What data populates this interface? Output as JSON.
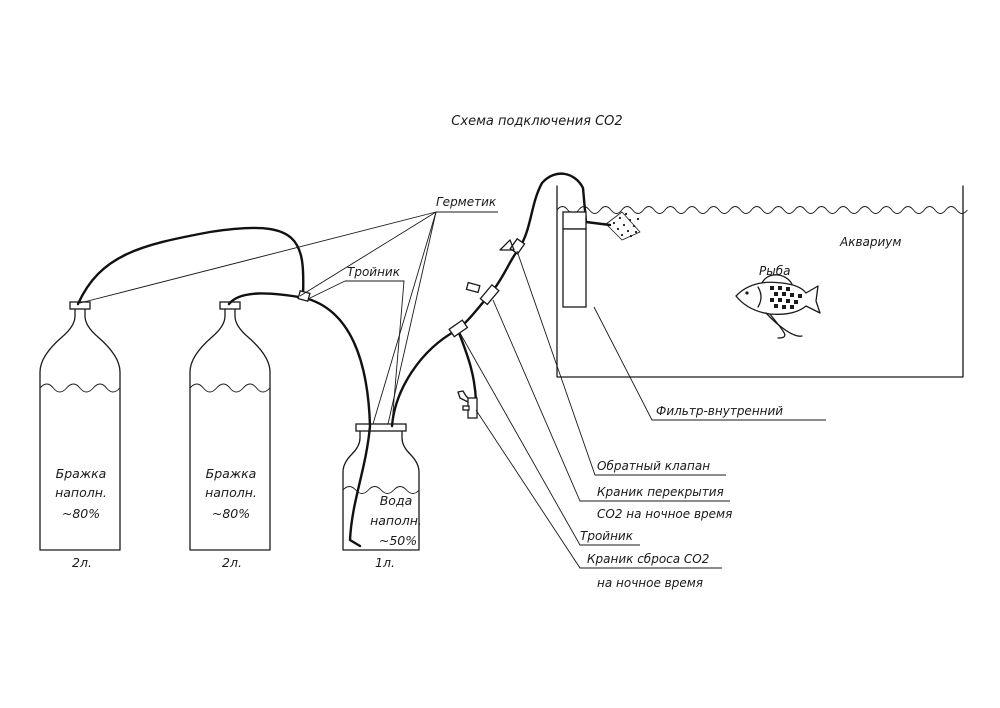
{
  "title": "Схема подключения СО2",
  "labels": {
    "germetik": "Герметик",
    "troynik_top": "Тройник",
    "akvarium": "Аквариум",
    "ryba": "Рыба",
    "filtr": "Фильтр-внутренний",
    "obratny_klapan": "Обратный клапан",
    "kranik_perekrytiya_1": "Краник перекрытия",
    "kranik_perekrytiya_2": "СО2 на ночное время",
    "troynik_bottom": "Тройник",
    "kranik_sbrosa_1": "Краник сброса СО2",
    "kranik_sbrosa_2": "на ночное время"
  },
  "bottles": [
    {
      "line1": "Бражка",
      "line2": "наполн.",
      "line3": "~80%",
      "volume": "2л."
    },
    {
      "line1": "Бражка",
      "line2": "наполн.",
      "line3": "~80%",
      "volume": "2л."
    },
    {
      "line1": "Вода",
      "line2": "наполн.",
      "line3": "~50%",
      "volume": "1л."
    }
  ]
}
